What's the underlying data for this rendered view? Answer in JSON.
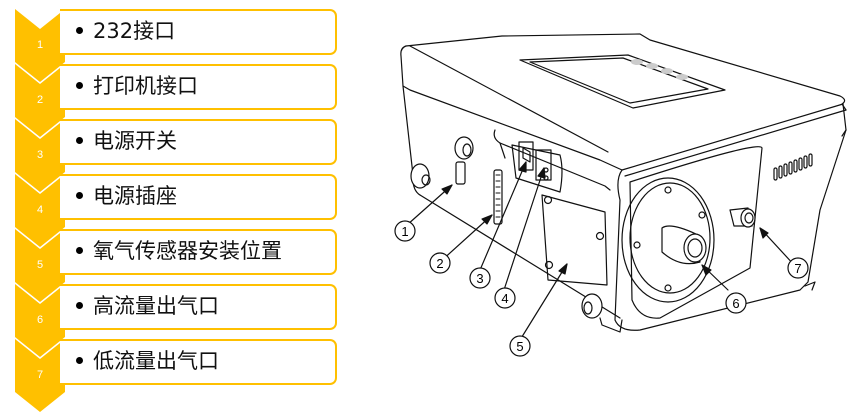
{
  "legend": {
    "accent_color": "#FFC000",
    "items": [
      {
        "number": "1",
        "label": "232接口"
      },
      {
        "number": "2",
        "label": "打印机接口"
      },
      {
        "number": "3",
        "label": "电源开关"
      },
      {
        "number": "4",
        "label": "电源插座"
      },
      {
        "number": "5",
        "label": "氧气传感器安装位置"
      },
      {
        "number": "6",
        "label": "高流量出气口"
      },
      {
        "number": "7",
        "label": "低流量出气口"
      }
    ]
  },
  "device": {
    "callouts": [
      {
        "number": "1"
      },
      {
        "number": "2"
      },
      {
        "number": "3"
      },
      {
        "number": "4"
      },
      {
        "number": "5"
      },
      {
        "number": "6"
      },
      {
        "number": "7"
      }
    ]
  }
}
